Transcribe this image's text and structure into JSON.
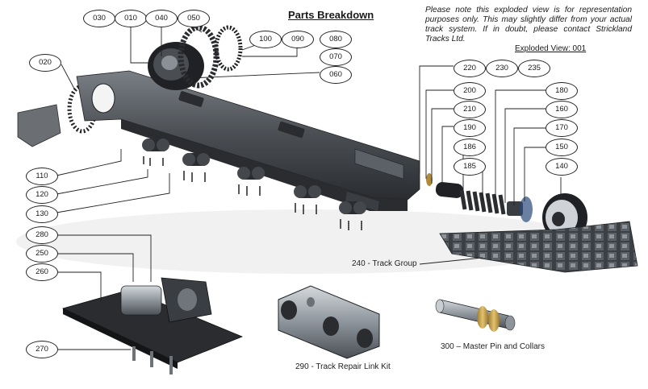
{
  "header": {
    "title": "Parts Breakdown",
    "note": "Please note this exploded view is for representation purposes only. This may slightly differ from your actual track system. If in doubt, please contact Strickland Tracks Ltd.",
    "exploded_view": "Exploded View:   001"
  },
  "callouts": {
    "c030": "030",
    "c010": "010",
    "c040": "040",
    "c050": "050",
    "c020": "020",
    "c100": "100",
    "c090": "090",
    "c080": "080",
    "c070": "070",
    "c060": "060",
    "c220": "220",
    "c230": "230",
    "c235": "235",
    "c200": "200",
    "c180": "180",
    "c210": "210",
    "c160": "160",
    "c190": "190",
    "c170": "170",
    "c186": "186",
    "c150": "150",
    "c185": "185",
    "c140": "140",
    "c110": "110",
    "c120": "120",
    "c130": "130",
    "c280": "280",
    "c250": "250",
    "c260": "260",
    "c270": "270"
  },
  "captions": {
    "track_group": "240 - Track Group",
    "master_pin": "300 – Master Pin and Collars",
    "repair_link": "290 - Track Repair Link Kit"
  },
  "colors": {
    "frame": "#3e4247",
    "metal": "#9aa0a6",
    "dark": "#1f2124",
    "spring": "#2b2d30",
    "gold": "#c8a24a"
  }
}
